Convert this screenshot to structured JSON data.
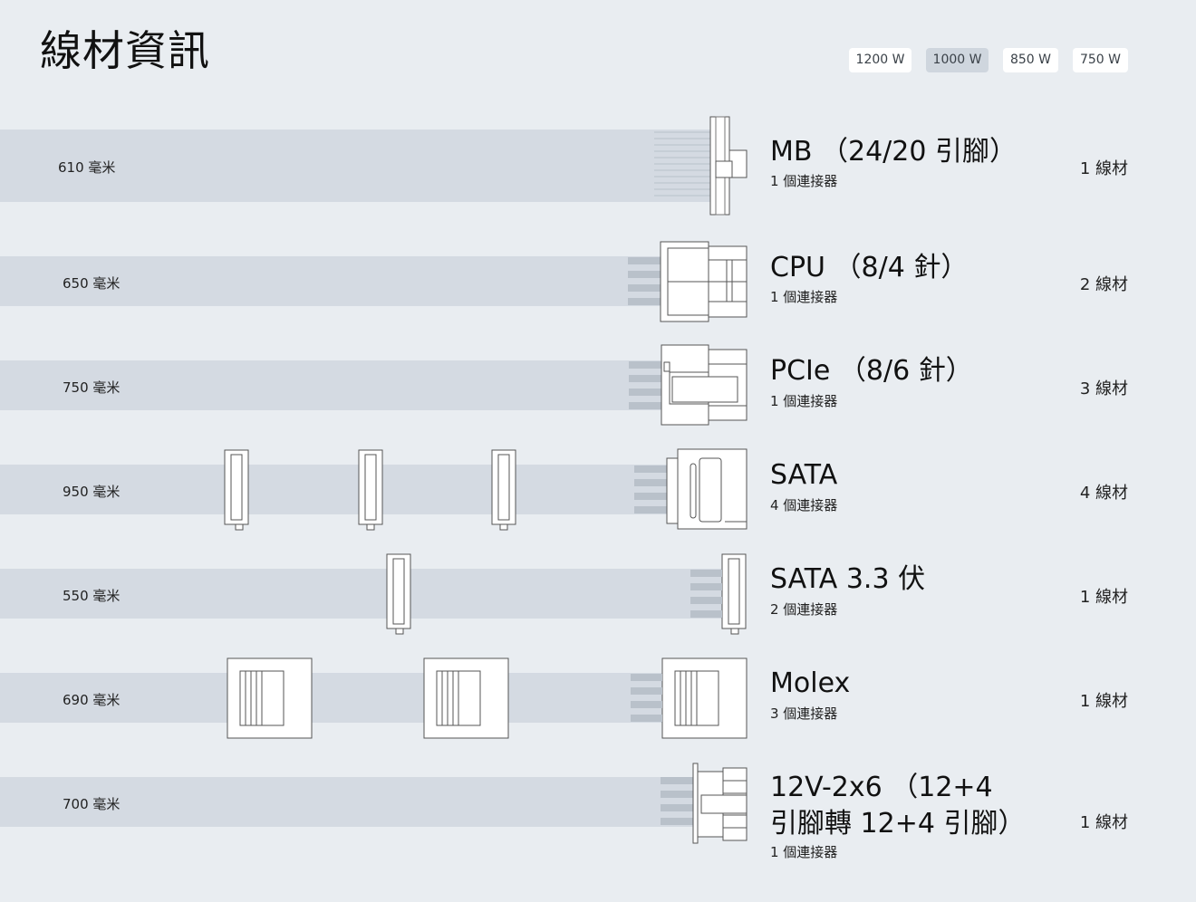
{
  "page": {
    "title": "線材資訊"
  },
  "wattage_tabs": [
    {
      "label": "1200 W",
      "active": false
    },
    {
      "label": "1000 W",
      "active": true
    },
    {
      "label": "850 W",
      "active": false
    },
    {
      "label": "750 W",
      "active": false
    }
  ],
  "cables": [
    {
      "length": "610 毫米",
      "name": "MB （24/20 引腳）",
      "connectors": "1 個連接器",
      "count": "1 線材"
    },
    {
      "length": "650 毫米",
      "name": "CPU （8/4 針）",
      "connectors": "1 個連接器",
      "count": "2 線材"
    },
    {
      "length": "750 毫米",
      "name": "PCIe （8/6 針）",
      "connectors": "1 個連接器",
      "count": "3 線材"
    },
    {
      "length": "950 毫米",
      "name": "SATA",
      "connectors": "4 個連接器",
      "count": "4 線材"
    },
    {
      "length": "550 毫米",
      "name": "SATA 3.3 伏",
      "connectors": "2 個連接器",
      "count": "1 線材"
    },
    {
      "length": "690 毫米",
      "name": "Molex",
      "connectors": "3 個連接器",
      "count": "1 線材"
    },
    {
      "length": "700 毫米",
      "name": "12V-2x6 （12+4 引腳轉 12+4 引腳）",
      "connectors": "1 個連接器",
      "count": "1 線材"
    }
  ],
  "colors": {
    "background": "#e9edf1",
    "cable": "#d4dae2",
    "wire": "#b9c1ca",
    "connector_stroke": "#555555",
    "tab_active": "#cfd6de"
  }
}
